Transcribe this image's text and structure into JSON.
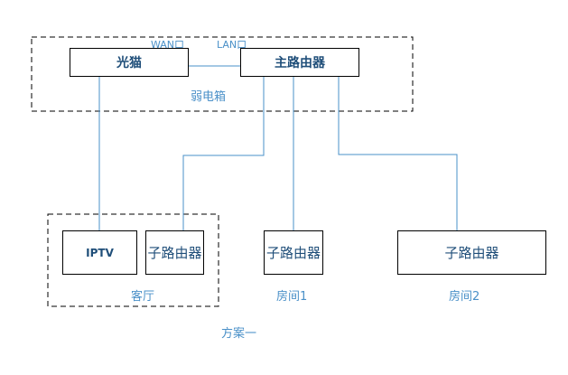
{
  "ports": {
    "wan": "WAN口",
    "lan": "LAN口"
  },
  "nodes": {
    "modem": "光猫",
    "main_router": "主路由器",
    "iptv": "IPTV",
    "living_sub_router": "子路由器",
    "room1_sub_router": "子路由器",
    "room2_sub_router": "子路由器"
  },
  "groups": {
    "weak_box": "弱电箱",
    "living_room": "客厅",
    "room1": "房间1",
    "room2": "房间2"
  },
  "caption": "方案一",
  "colors": {
    "line": "#4a90c8",
    "text": "#1f4e79",
    "label": "#4a90c8",
    "border": "#000000"
  }
}
